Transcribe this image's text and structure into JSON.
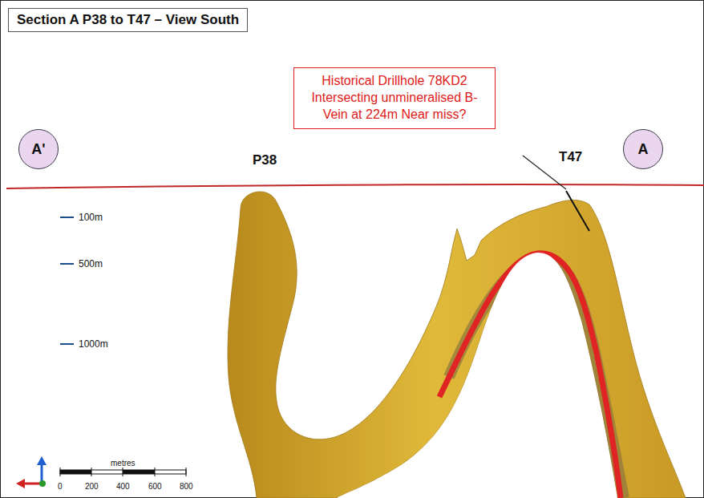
{
  "diagram": {
    "title": "Section A P38 to T47 – View South",
    "nodes": [
      {
        "text": [
          "Historical Drillhole 78KD2 Intersecting unmineralised B-Vein at 224m Near miss?"
        ]
      },
      {
        "text": [
          "A'"
        ]
      },
      {
        "text": [
          "A"
        ]
      }
    ],
    "labels": [
      "P38",
      "T47",
      "100m",
      "500m",
      "1000m",
      "metres",
      "0",
      "200",
      "400",
      "600",
      "800"
    ]
  }
}
